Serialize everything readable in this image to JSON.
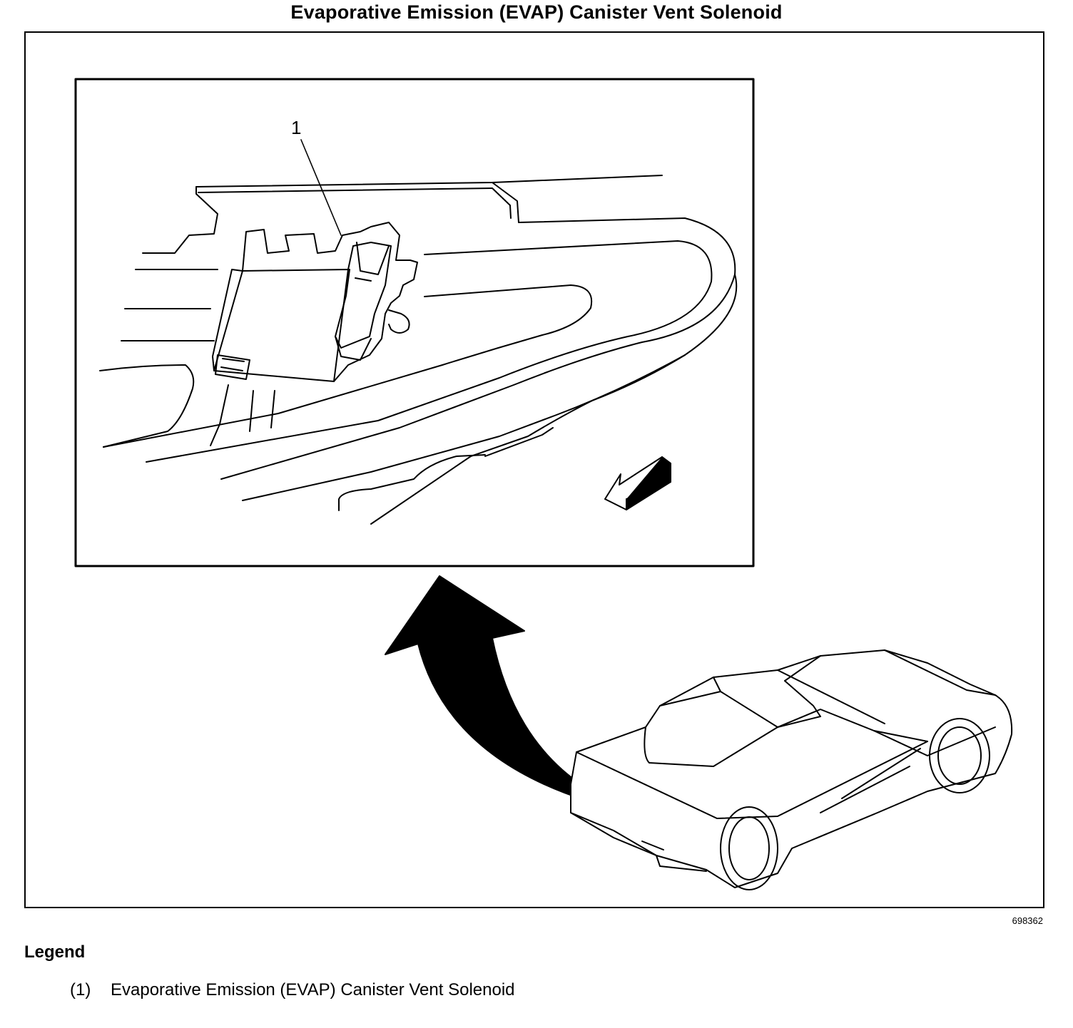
{
  "title": "Evaporative Emission (EVAP) Canister Vent Solenoid",
  "callouts": [
    {
      "number": "1"
    }
  ],
  "figure_id": "698362",
  "legend": {
    "heading": "Legend",
    "items": [
      {
        "number": "(1)",
        "text": "Evaporative Emission (EVAP) Canister Vent Solenoid"
      }
    ]
  },
  "colors": {
    "ink": "#000000",
    "paper": "#ffffff"
  }
}
